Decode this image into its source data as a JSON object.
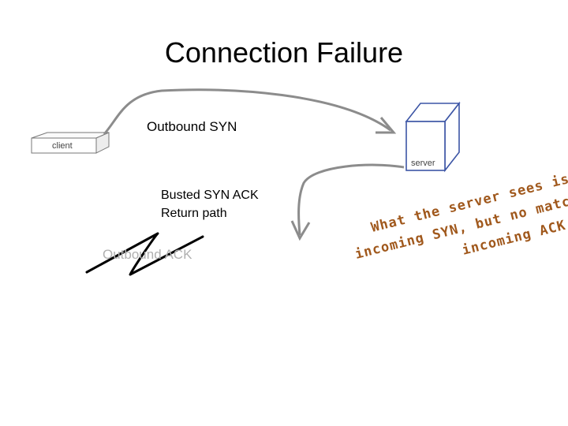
{
  "title": "Connection Failure",
  "labels": {
    "outbound_syn": "Outbound SYN",
    "client": "client",
    "server": "server",
    "busted_line1": "Busted SYN ACK",
    "busted_line2": "Return path",
    "outbound_ack": "Outbound ACK"
  },
  "annotation": {
    "line1": "What the server sees is an",
    "line2": "incoming SYN, but no matching",
    "line3": "incoming ACK"
  },
  "colors": {
    "arrow": "#8c8c8c",
    "server_box": "#3c55a5",
    "annotation_text": "#a0581c",
    "zigzag": "#000000"
  },
  "icons": {
    "client": "client-computer-icon",
    "server": "server-box-icon"
  }
}
